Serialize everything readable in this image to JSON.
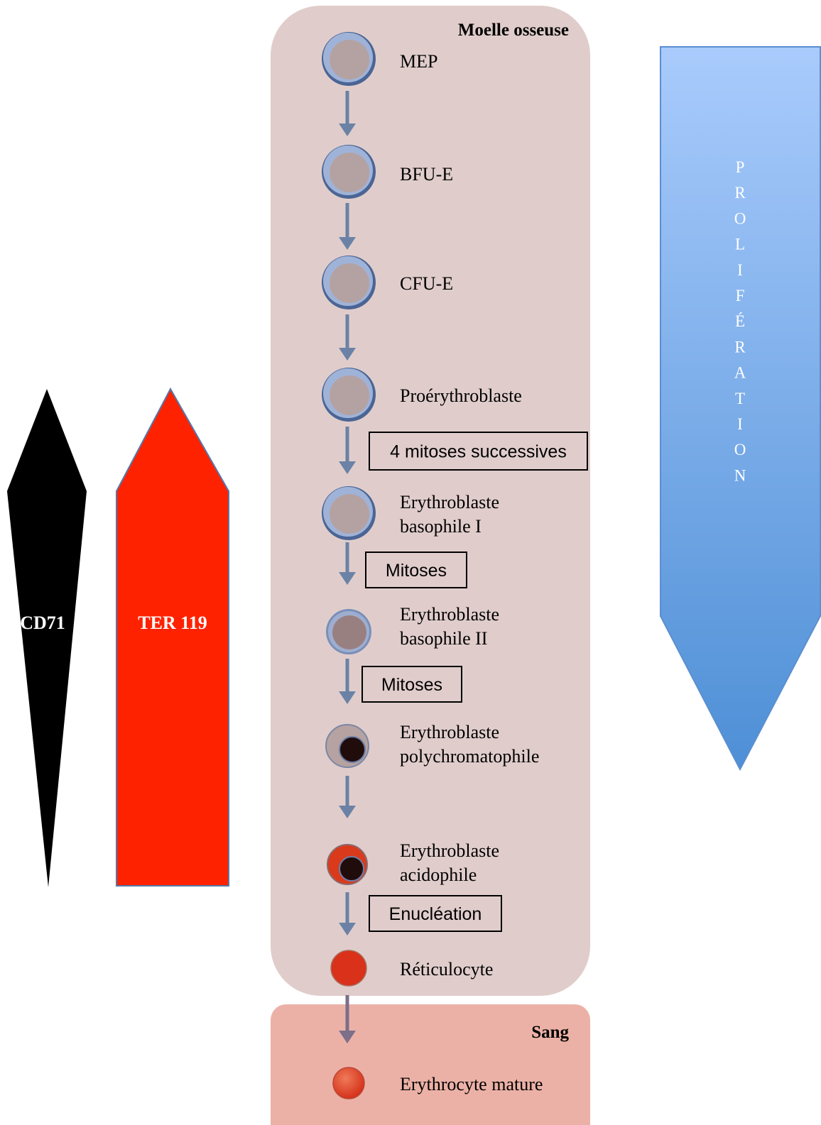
{
  "regions": {
    "bone_marrow": "Moelle osseuse",
    "blood": "Sang"
  },
  "markers": {
    "cd71": "CD71",
    "ter119": "TER 119"
  },
  "proliferation": {
    "letters": [
      "P",
      "R",
      "O",
      "L",
      "I",
      "F",
      "É",
      "R",
      "A",
      "T",
      "I",
      "O",
      "N"
    ]
  },
  "stages": [
    {
      "label": [
        "MEP"
      ],
      "cell": "progenitor"
    },
    {
      "label": [
        "BFU-E"
      ],
      "cell": "progenitor"
    },
    {
      "label": [
        "CFU-E"
      ],
      "cell": "progenitor"
    },
    {
      "label": [
        "Proérythroblaste"
      ],
      "cell": "progenitor"
    },
    {
      "label": [
        "Erythroblaste",
        "basophile I"
      ],
      "cell": "progenitor"
    },
    {
      "label": [
        "Erythroblaste",
        "basophile II"
      ],
      "cell": "basophile-ii"
    },
    {
      "label": [
        "Erythroblaste",
        "polychromatophile"
      ],
      "cell": "polychromatophile"
    },
    {
      "label": [
        "Erythroblaste",
        "acidophile"
      ],
      "cell": "acidophile"
    },
    {
      "label": [
        "Réticulocyte"
      ],
      "cell": "reticulocyte"
    },
    {
      "label": [
        "Erythrocyte mature"
      ],
      "cell": "erythrocyte"
    }
  ],
  "steps": [
    {
      "after_stage": 3,
      "label": "4 mitoses successives"
    },
    {
      "after_stage": 4,
      "label": "Mitoses"
    },
    {
      "after_stage": 5,
      "label": "Mitoses"
    },
    {
      "after_stage": 7,
      "label": "Enucléation"
    }
  ],
  "colors": {
    "marrow_bg": "#e0cdcb",
    "blood_bg": "#ecb1a6",
    "cd71_arrow": "#000000",
    "ter119_arrow": "#ff2200",
    "prolif_top": "#a9cbfc",
    "prolif_bottom": "#4e8fd6",
    "flow_arrow": "#6b82a6"
  }
}
